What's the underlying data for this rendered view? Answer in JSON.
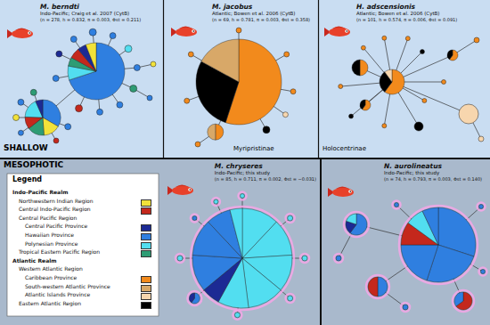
{
  "diagram": {
    "nodes": [
      {
        "text": [
          "M. berndti",
          "Indo-Pacific; Craig et al. 2007 (CytB)",
          "(n = 278, h = 0.832, π = 0.003, Φst = 0.211)"
        ]
      },
      {
        "text": [
          "M. jacobus",
          "Atlantic; Bowen et al. 2006 (CytB)",
          "(n = 69, h = 0.781, π = 0.003, Φst = 0.358)"
        ]
      },
      {
        "text": [
          "H. adscensionis",
          "Atlantic; Bowen et al. 2006 (CytB)",
          "(n = 101, h = 0.574, π = 0.006, Φst = 0.091)"
        ]
      },
      {
        "text": [
          "M. chryseres",
          "Indo-Pacific; this study",
          "(n = 85, h = 0.711, π = 0.002, Φst = −0.031)"
        ]
      },
      {
        "text": [
          "N. aurolineatus",
          "Indo-Pacific; this study",
          "(n = 74, h = 0.793, π = 0.003, Φst = 0.140)"
        ]
      }
    ],
    "labels": [
      "SHALLOW",
      "Myripristinae",
      "Holocentrinae",
      "MESOPHOTIC",
      "Legend"
    ],
    "legend": [
      {
        "text": "Indo-Pacific Realm"
      },
      {
        "text": "Northwestern Indian Region",
        "color": "#f2e23a"
      },
      {
        "text": "Central Indo-Pacific Region",
        "color": "#c4281c"
      },
      {
        "text": "Central Pacific Region"
      },
      {
        "text": "Central Pacific Province",
        "color": "#1c2a94"
      },
      {
        "text": "Hawaiian Province",
        "color": "#2f7fe0"
      },
      {
        "text": "Polynesian Province",
        "color": "#52def0"
      },
      {
        "text": "Tropical Eastern Pacific Region",
        "color": "#2e9c74"
      },
      {
        "text": "Atlantic Realm"
      },
      {
        "text": "Western Atlantic Region"
      },
      {
        "text": "Caribbean Province",
        "color": "#f28a1c"
      },
      {
        "text": "South-western Atlantic Province",
        "color": "#d8a868"
      },
      {
        "text": "Atlantic Islands Province",
        "color": "#f7d6ae"
      },
      {
        "text": "Eastern Atlantic Region",
        "color": "#000000"
      }
    ]
  }
}
